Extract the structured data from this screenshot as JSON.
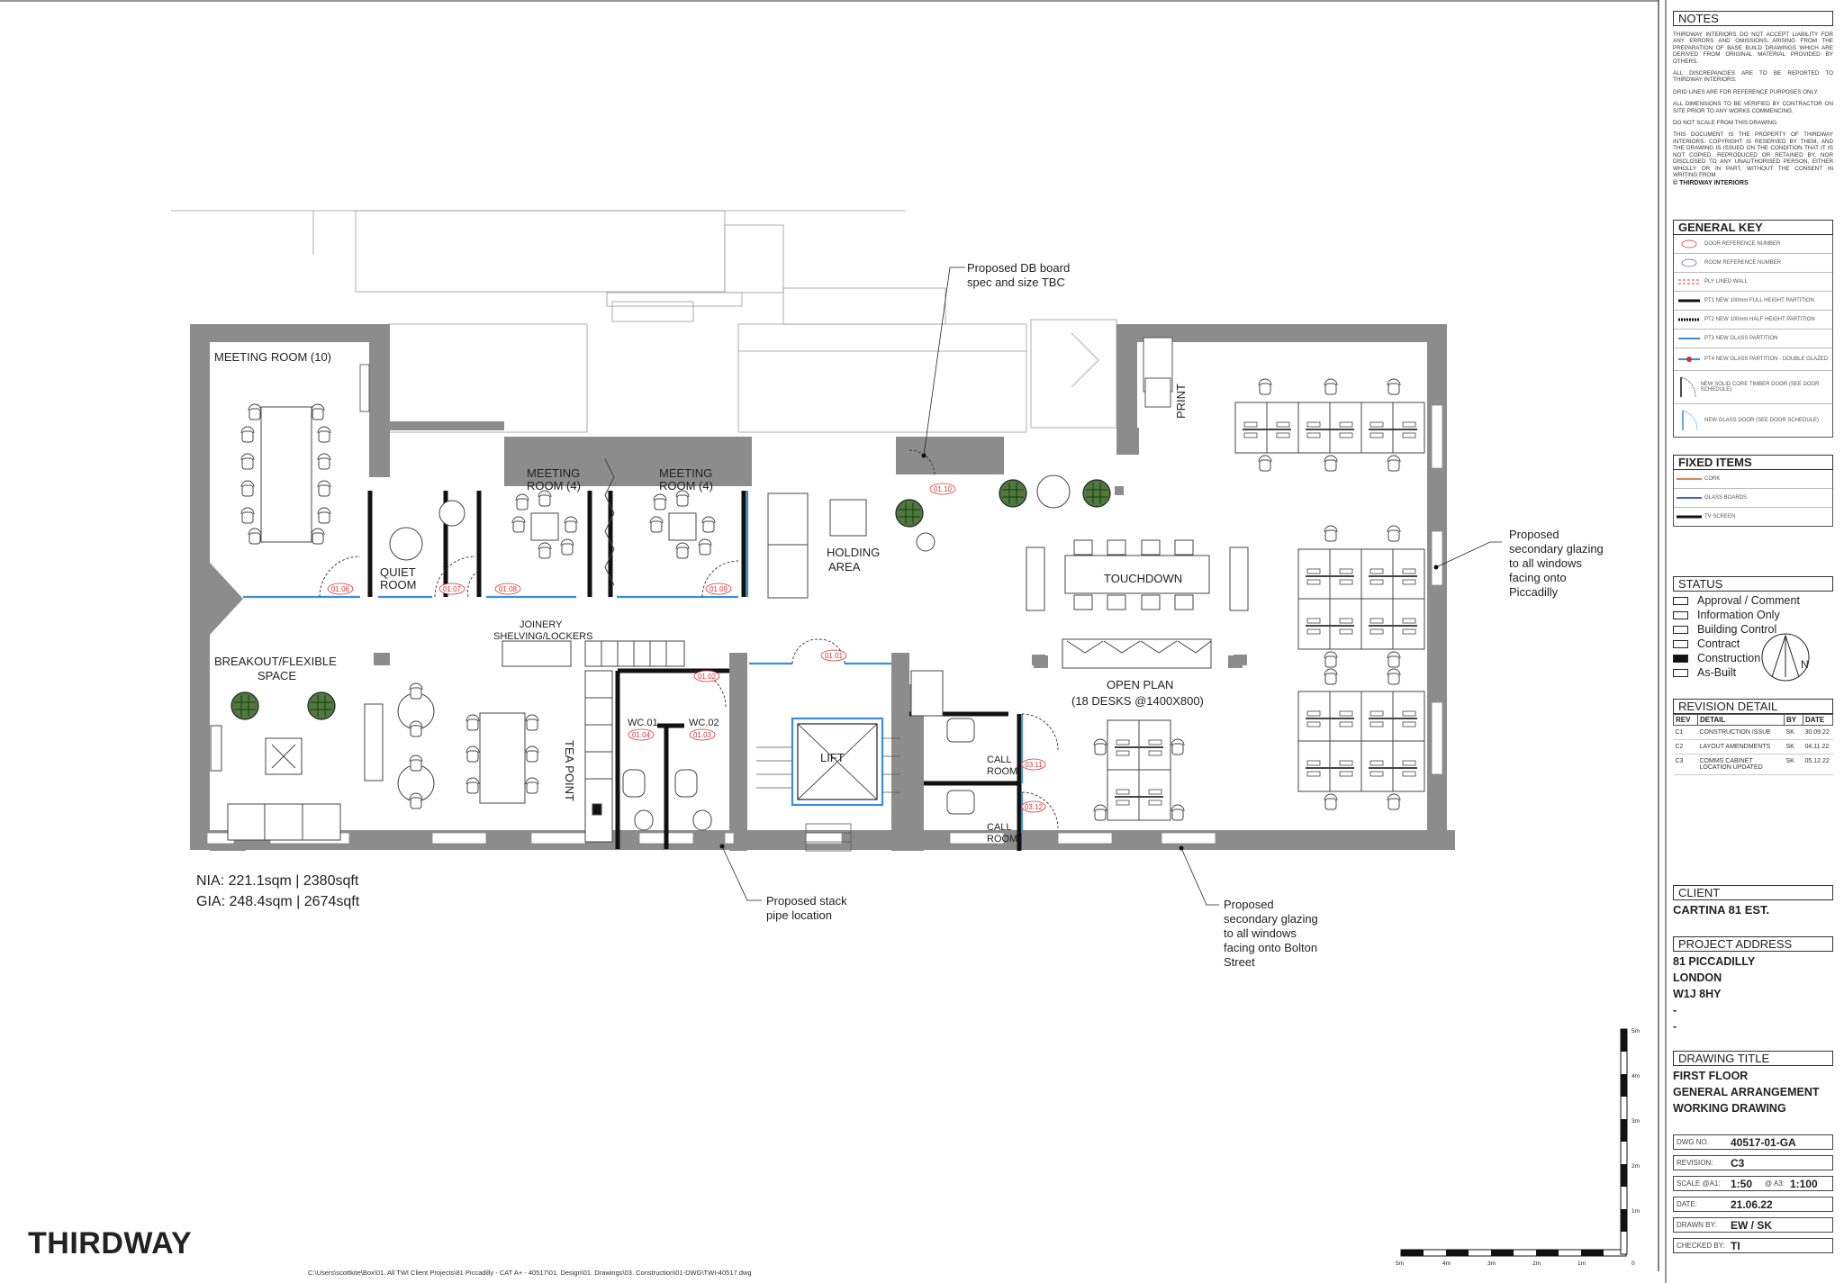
{
  "rooms": {
    "meeting10": "MEETING ROOM (10)",
    "quiet1": "QUIET",
    "quiet2": "ROOM",
    "meeting4a_1": "MEETING",
    "meeting4a_2": "ROOM (4)",
    "meeting4b_1": "MEETING",
    "meeting4b_2": "ROOM (4)",
    "holding1": "HOLDING",
    "holding2": "AREA",
    "touchdown": "TOUCHDOWN",
    "print": "PRINT",
    "breakout1": "BREAKOUT/FLEXIBLE",
    "breakout2": "SPACE",
    "joinery1": "JOINERY",
    "joinery2": "SHELVING/LOCKERS",
    "teapoint": "TEA POINT",
    "wc01": "WC.01",
    "wc02": "WC.02",
    "lift": "LIFT",
    "call1a": "CALL",
    "call1b": "ROOM",
    "call2a": "CALL",
    "call2b": "ROOM",
    "openplan1": "OPEN PLAN",
    "openplan2": "(18 DESKS @1400X800)"
  },
  "door_tags": [
    "01.06",
    "01.07",
    "01.08",
    "01.09",
    "01.10",
    "01.02",
    "01.01",
    "01.04",
    "01.03",
    "03.11",
    "03.12"
  ],
  "annotations": {
    "db1": "Proposed DB board",
    "db2": "spec and size TBC",
    "glazeP1": "Proposed",
    "glazeP2": "secondary glazing",
    "glazeP3": "to all windows",
    "glazeP4": "facing onto",
    "glazeP5": "Piccadilly",
    "stack1": "Proposed stack",
    "stack2": "pipe location",
    "glazeB1": "Proposed",
    "glazeB2": "secondary glazing",
    "glazeB3": "to all windows",
    "glazeB4": "facing onto Bolton",
    "glazeB5": "Street"
  },
  "areas": {
    "nia": "NIA: 221.1sqm | 2380sqft",
    "gia": "GIA: 248.4sqm | 2674sqft"
  },
  "scale_bar": {
    "left_labels": [
      "5m",
      "4m",
      "3m",
      "2m",
      "1m",
      "0"
    ],
    "up_labels": [
      "5m",
      "4m",
      "3m",
      "2m",
      "1m"
    ]
  },
  "logo": "THIRDWAY",
  "file_path": "C:\\Users\\scottkite\\Box\\01. All TWI Client Projects\\81 Piccadilly - CAT A+ - 40517\\01. Design\\01. Drawings\\03. Construction\\01-DWG\\TWI-40517.dwg",
  "sidebar": {
    "notes_title": "NOTES",
    "notes": [
      "THIRDWAY INTERIORS DO NOT ACCEPT LIABILITY FOR ANY ERRORS AND OMISSIONS ARISING FROM THE PREPARATION OF BASE BUILD DRAWINGS WHICH ARE DERIVED FROM ORIGINAL MATERIAL PROVIDED BY OTHERS.",
      "ALL DISCREPANCIES ARE TO BE REPORTED TO THIRDWAY INTERIORS.",
      "GRID LINES ARE FOR REFERENCE PURPOSES ONLY.",
      "ALL DIMENSIONS TO BE VERIFIED BY CONTRACTOR ON SITE PRIOR TO ANY WORKS COMMENCING.",
      "DO NOT SCALE FROM THIS DRAWING.",
      "THIS DOCUMENT IS THE PROPERTY OF THIRDWAY INTERIORS. COPYRIGHT IS RESERVED BY THEM, AND THE DRAWING IS ISSUED ON THE CONDITION THAT IT IS NOT COPIED, REPRODUCED OR RETAINED BY, NOR DISCLOSED TO ANY UNAUTHORISED PERSON, EITHER WHOLLY OR IN PART, WITHOUT THE CONSENT IN WRITING FROM"
    ],
    "copyright": "© THIRDWAY INTERIORS",
    "general_key_title": "GENERAL KEY",
    "general_key": [
      {
        "label": "DOOR REFERENCE NUMBER",
        "icon": "door-tag-icon"
      },
      {
        "label": "ROOM REFERENCE NUMBER",
        "icon": "room-tag-icon"
      },
      {
        "label": "PLY LINED WALL",
        "icon": "ply-wall-icon"
      },
      {
        "label": "PT1 NEW 100mm FULL HEIGHT PARTITION",
        "icon": "full-partition-icon"
      },
      {
        "label": "PT2 NEW 100mm HALF HEIGHT PARTITION",
        "icon": "half-partition-icon"
      },
      {
        "label": "PT3 NEW GLASS PARTITION",
        "icon": "glass-partition-icon"
      },
      {
        "label": "PT4 NEW GLASS PARTITION - DOUBLE GLAZED",
        "icon": "double-glass-icon"
      },
      {
        "label": "NEW SOLID CORE TIMBER DOOR (SEE DOOR SCHEDULE)",
        "icon": "timber-door-icon"
      },
      {
        "label": "NEW GLASS DOOR (SEE DOOR SCHEDULE)",
        "icon": "glass-door-icon"
      }
    ],
    "fixed_items_title": "FIXED ITEMS",
    "fixed_items": [
      {
        "label": "CORK",
        "icon": "cork-icon"
      },
      {
        "label": "GLASS BOARDS",
        "icon": "glass-board-icon"
      },
      {
        "label": "TV SCREEN",
        "icon": "tv-screen-icon"
      }
    ],
    "status_title": "STATUS",
    "status": [
      {
        "label": "Approval / Comment",
        "checked": false
      },
      {
        "label": "Information Only",
        "checked": false
      },
      {
        "label": "Building Control",
        "checked": false
      },
      {
        "label": "Contract",
        "checked": false
      },
      {
        "label": "Construction",
        "checked": true
      },
      {
        "label": "As-Built",
        "checked": false
      }
    ],
    "north_label": "N",
    "revision_title": "REVISION DETAIL",
    "revision_headers": [
      "REV",
      "DETAIL",
      "BY",
      "DATE"
    ],
    "revisions": [
      {
        "rev": "C1",
        "detail": "CONSTRUCTION ISSUE",
        "by": "SK",
        "date": "30.09.22"
      },
      {
        "rev": "C2",
        "detail": "LAYOUT AMENDMENTS",
        "by": "SK",
        "date": "04.11.22"
      },
      {
        "rev": "C3",
        "detail": "COMMS CABINET LOCATION UPDATED",
        "by": "SK",
        "date": "05.12.22"
      }
    ],
    "client_title": "CLIENT",
    "client": "CARTINA 81 EST.",
    "address_title": "PROJECT ADDRESS",
    "address": [
      "81 PICCADILLY",
      "LONDON",
      "W1J 8HY",
      "-",
      "-"
    ],
    "drawing_title_label": "DRAWING TITLE",
    "drawing_title": [
      "FIRST FLOOR",
      "GENERAL ARRANGEMENT",
      "WORKING DRAWING"
    ],
    "dwg_no_label": "DWG NO.",
    "dwg_no": "40517-01-GA",
    "revision_label": "REVISION:",
    "revision": "C3",
    "scale_label": "SCALE @A1:",
    "scale_a1": "1:50",
    "scale_a3_label": "@ A3:",
    "scale_a3": "1:100",
    "date_label": "DATE:",
    "date": "21.06.22",
    "drawn_label": "DRAWN BY:",
    "drawn": "EW / SK",
    "checked_label": "CHECKED BY:",
    "checked": "TI"
  }
}
